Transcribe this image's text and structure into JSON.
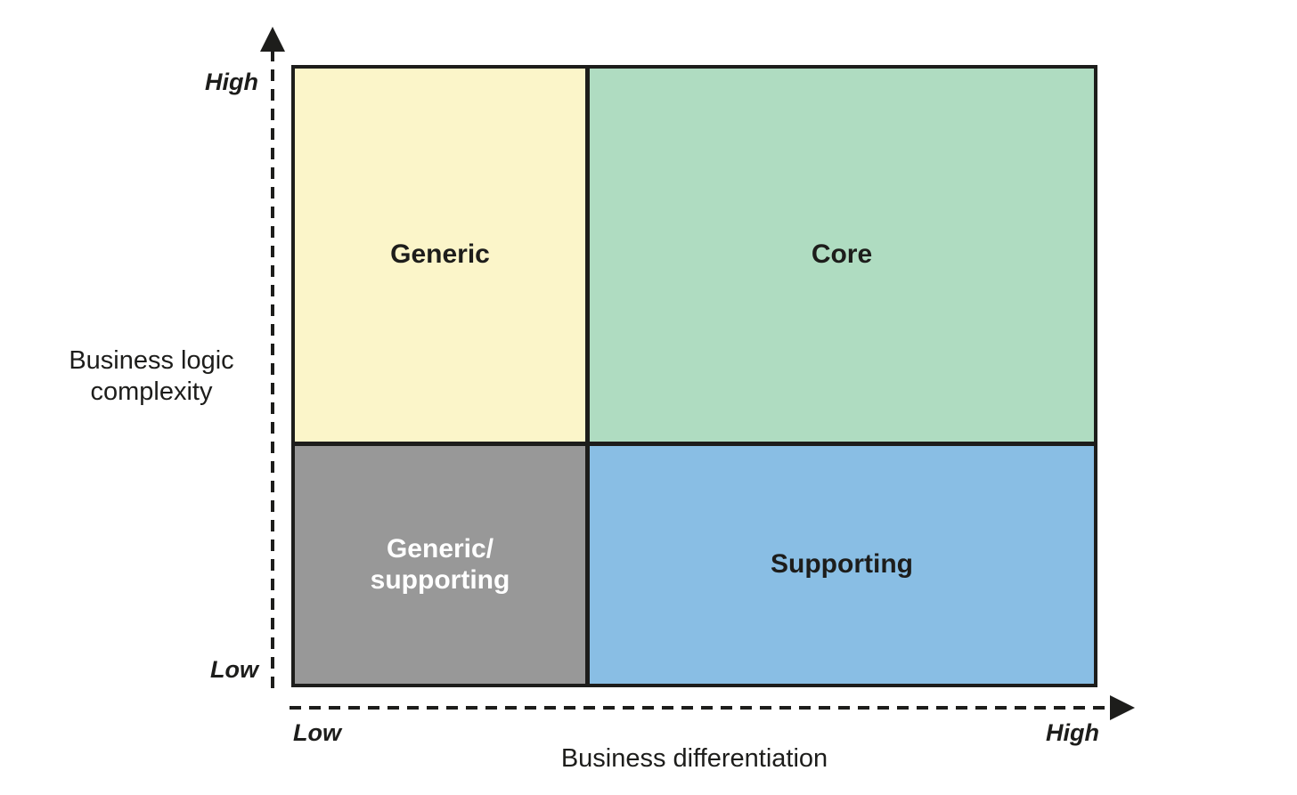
{
  "diagram": {
    "line_color": "#1d1d1b",
    "background_color": "#ffffff",
    "y_axis": {
      "title_line1": "Business logic",
      "title_line2": "complexity",
      "high_label": "High",
      "low_label": "Low"
    },
    "x_axis": {
      "title": "Business differentiation",
      "low_label": "Low",
      "high_label": "High"
    },
    "quadrants": {
      "top_left": {
        "label": "Generic",
        "bg_color": "#fbf5c9",
        "text_color": "#1d1d1b"
      },
      "top_right": {
        "label": "Core",
        "bg_color": "#afdcc1",
        "text_color": "#1d1d1b"
      },
      "bottom_left": {
        "label_line1": "Generic/",
        "label_line2": "supporting",
        "bg_color": "#989898",
        "text_color": "#ffffff"
      },
      "bottom_right": {
        "label": "Supporting",
        "bg_color": "#89bee4",
        "text_color": "#1d1d1b"
      }
    }
  }
}
